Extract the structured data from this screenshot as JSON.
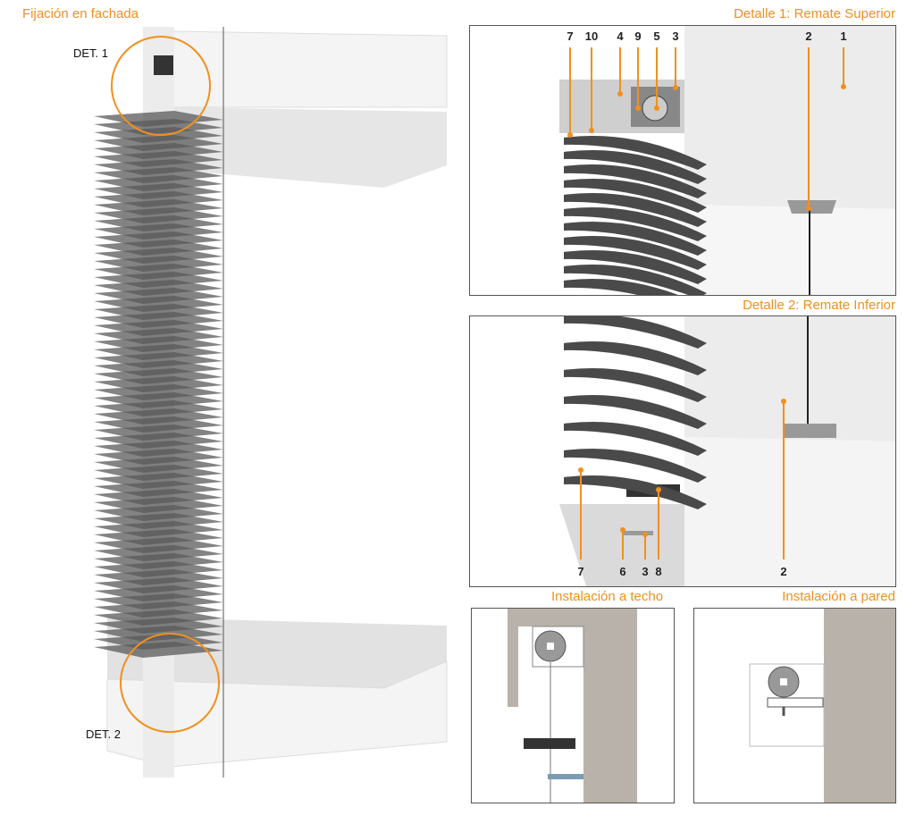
{
  "main_title": "Fijación en fachada",
  "main_labels": {
    "det1": "DET. 1",
    "det2": "DET. 2"
  },
  "detail1": {
    "title": "Detalle 1: Remate Superior",
    "callouts": [
      "7",
      "10",
      "4",
      "9",
      "5",
      "3",
      "2",
      "1"
    ]
  },
  "detail2": {
    "title": "Detalle 2: Remate Inferior",
    "callouts": [
      "7",
      "6",
      "3",
      "8",
      "2"
    ]
  },
  "install_ceiling": {
    "title": "Instalación a techo"
  },
  "install_wall": {
    "title": "Instalación a pared"
  },
  "colors": {
    "accent": "#f0901e",
    "slat": "#5a5a5a",
    "slab": "#f2f2f2",
    "concrete": "#b8b2aa"
  }
}
